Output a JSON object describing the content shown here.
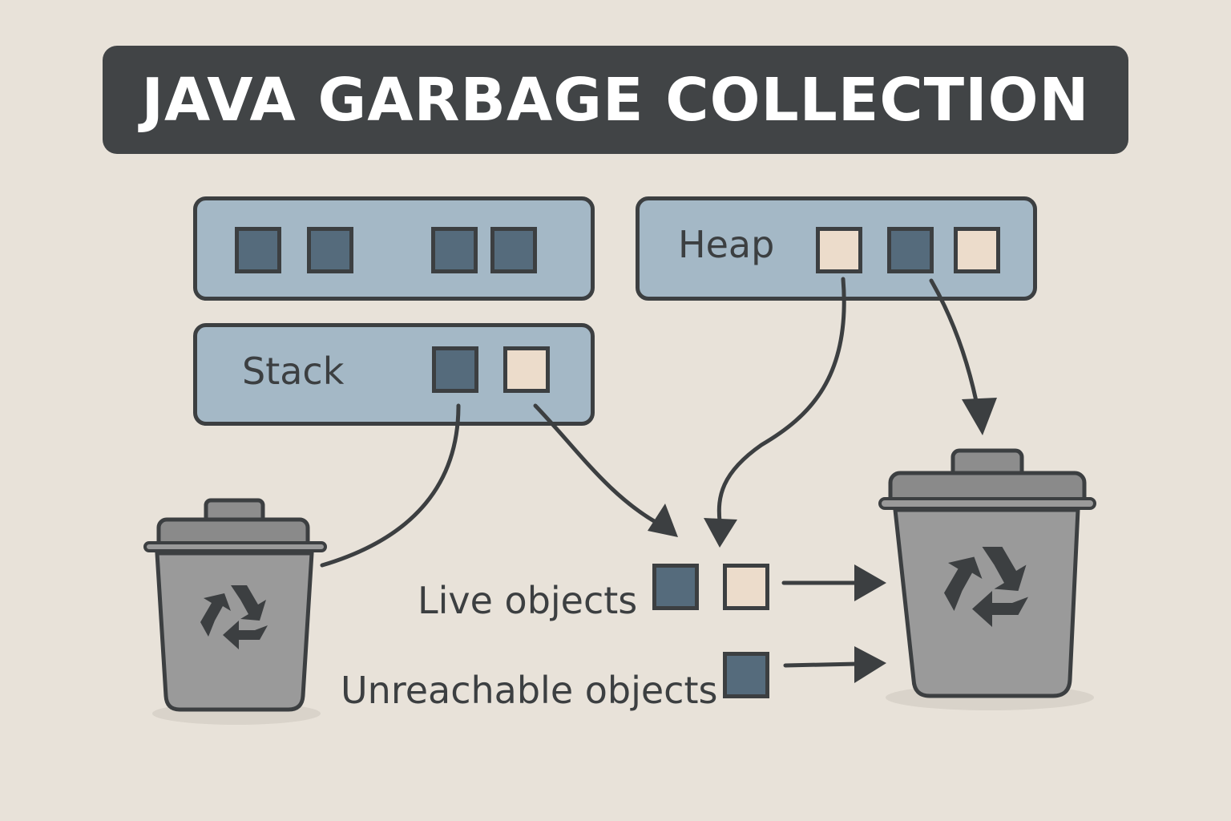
{
  "title": "JAVA GARBAGE COLLECTION",
  "panels": {
    "heap_label": "Heap",
    "stack_label": "Stack"
  },
  "legend": {
    "live_label": "Live objects",
    "unreachable_label": "Unreachable objects"
  },
  "colors": {
    "background": "#e8e2d9",
    "panel_fill": "#a4b8c6",
    "outline": "#3c3f41",
    "object_dark": "#556b7c",
    "object_light": "#ecdccb",
    "bin_fill": "#9a9a9a"
  },
  "icons": [
    "trash-bin-icon",
    "recycle-icon",
    "arrow-icon"
  ]
}
